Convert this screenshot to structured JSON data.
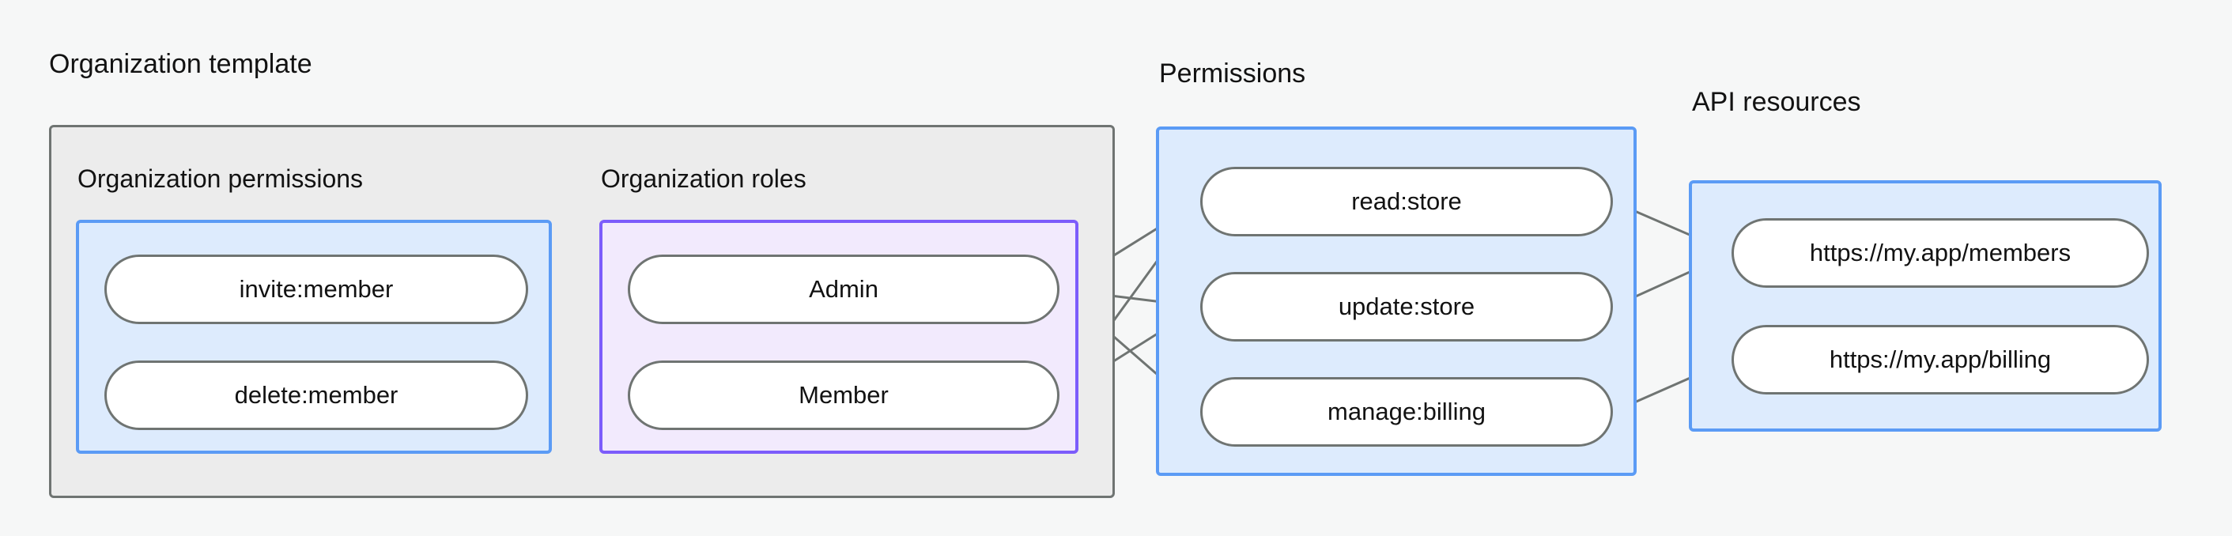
{
  "diagram": {
    "type": "relationship-graph",
    "background_color": "#f6f7f7",
    "groups": {
      "org_template": {
        "title": "Organization template",
        "subgroups": {
          "org_permissions": {
            "title": "Organization permissions",
            "accent_color": "#5b9bf5",
            "fill_color": "#ddebfd",
            "nodes": [
              {
                "id": "invite-member",
                "label": "invite:member"
              },
              {
                "id": "delete-member",
                "label": "delete:member"
              }
            ]
          },
          "org_roles": {
            "title": "Organization roles",
            "accent_color": "#7c5cfb",
            "fill_color": "#f2eafd",
            "nodes": [
              {
                "id": "admin",
                "label": "Admin"
              },
              {
                "id": "member",
                "label": "Member"
              }
            ]
          }
        }
      },
      "permissions": {
        "title": "Permissions",
        "accent_color": "#5b9bf5",
        "fill_color": "#ddebfd",
        "nodes": [
          {
            "id": "read-store",
            "label": "read:store"
          },
          {
            "id": "update-store",
            "label": "update:store"
          },
          {
            "id": "manage-billing",
            "label": "manage:billing"
          }
        ]
      },
      "api_resources": {
        "title": "API resources",
        "accent_color": "#5b9bf5",
        "fill_color": "#ddebfd",
        "nodes": [
          {
            "id": "members-resource",
            "label": "https://my.app/members"
          },
          {
            "id": "billing-resource",
            "label": "https://my.app/billing"
          }
        ]
      }
    },
    "edges": [
      {
        "from": "invite-member",
        "to": "admin"
      },
      {
        "from": "invite-member",
        "to": "member"
      },
      {
        "from": "delete-member",
        "to": "member"
      },
      {
        "from": "admin",
        "to": "read-store"
      },
      {
        "from": "admin",
        "to": "update-store"
      },
      {
        "from": "admin",
        "to": "manage-billing"
      },
      {
        "from": "member",
        "to": "read-store"
      },
      {
        "from": "member",
        "to": "update-store"
      },
      {
        "from": "read-store",
        "to": "members-resource"
      },
      {
        "from": "update-store",
        "to": "members-resource"
      },
      {
        "from": "manage-billing",
        "to": "billing-resource"
      }
    ],
    "edge_color": "#6f7472",
    "node_border_color": "#6f7472",
    "node_fill_color": "#ffffff"
  }
}
